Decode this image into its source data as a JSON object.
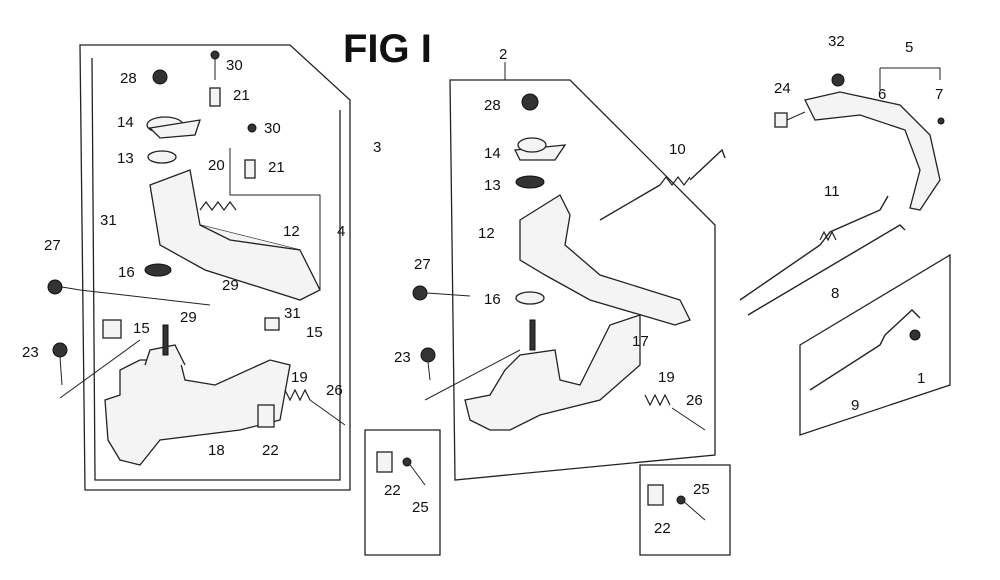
{
  "figure": {
    "title": "FIG I",
    "callouts": {
      "left_assembly": [
        "28",
        "30",
        "21",
        "14",
        "30",
        "13",
        "20",
        "21",
        "31",
        "27",
        "16",
        "12",
        "4",
        "3",
        "29",
        "29",
        "31",
        "15",
        "15",
        "23",
        "19",
        "26",
        "18",
        "22"
      ],
      "center_assembly": [
        "2",
        "28",
        "14",
        "10",
        "13",
        "12",
        "27",
        "16",
        "23",
        "17",
        "19",
        "26"
      ],
      "right_parts": [
        "32",
        "5",
        "24",
        "6",
        "7",
        "11",
        "8",
        "9",
        "1"
      ],
      "small_boxes": [
        "22",
        "25",
        "22",
        "25"
      ]
    }
  }
}
